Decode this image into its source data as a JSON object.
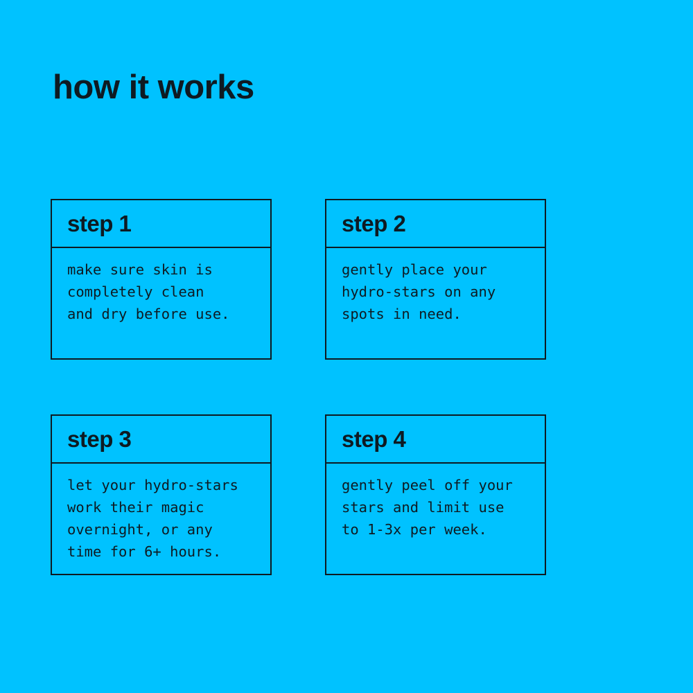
{
  "page": {
    "title": "how it works",
    "background_color": "#00c2ff",
    "ink_color": "#0e1a22"
  },
  "steps": [
    {
      "label": "step 1",
      "body": "make sure skin is\ncompletely clean\nand dry before use."
    },
    {
      "label": "step 2",
      "body": "gently place your\nhydro-stars on any\nspots in need."
    },
    {
      "label": "step 3",
      "body": "let your hydro-stars\nwork their magic\novernight, or any\ntime for 6+ hours."
    },
    {
      "label": "step 4",
      "body": "gently peel off your\nstars and limit use\nto 1-3x per week."
    }
  ]
}
